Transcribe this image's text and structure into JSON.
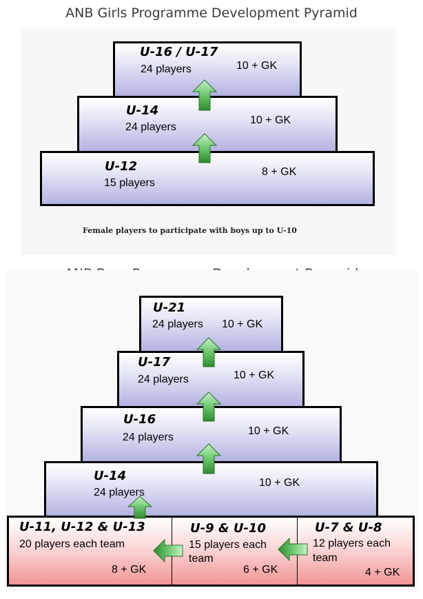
{
  "girls": {
    "title": "ANB Girls Programme Development Pyramid",
    "tiers": [
      {
        "age": "U-16 / U-17",
        "players": "24 players",
        "format": "10 + GK"
      },
      {
        "age": "U-14",
        "players": "24 players",
        "format": "10 + GK"
      },
      {
        "age": "U-12",
        "players": "15 players",
        "format": "8 + GK"
      }
    ],
    "note": "Female players to participate with boys up to U-10"
  },
  "boys": {
    "title": "ANB Boys Programme Development Pyramid",
    "tiers": [
      {
        "age": "U-21",
        "players": "24 players",
        "format": "10 + GK"
      },
      {
        "age": "U-17",
        "players": "24 players",
        "format": "10 + GK"
      },
      {
        "age": "U-16",
        "players": "24 players",
        "format": "10 + GK"
      },
      {
        "age": "U-14",
        "players": "24 players",
        "format": "10 + GK"
      }
    ],
    "base": [
      {
        "age": "U-11, U-12 & U-13",
        "players": "20 players each team",
        "players_line2": "",
        "format": "8 + GK"
      },
      {
        "age": "U-9 & U-10",
        "players": "15 players each",
        "players_line2": "team",
        "format": "6 + GK"
      },
      {
        "age": "U-7 & U-8",
        "players": "12 players each",
        "players_line2": "team",
        "format": "4 + GK"
      }
    ]
  },
  "colors": {
    "tier_fill": "#b3b3e2",
    "base_fill": "#f29595",
    "arrow_fill": "#5dbf5d",
    "outline": "#000000"
  }
}
